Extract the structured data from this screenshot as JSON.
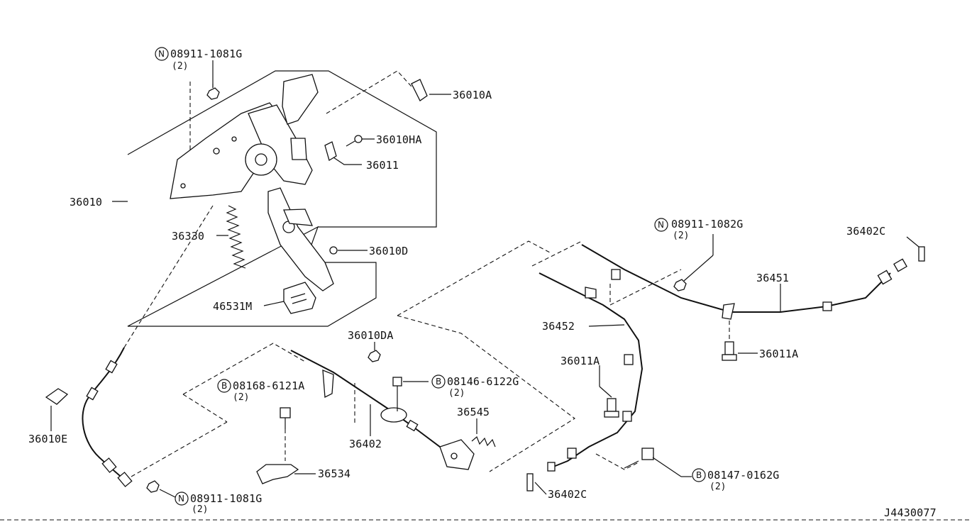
{
  "diagram_id": "J4430077",
  "callouts": {
    "n_08911_1081g_top": {
      "prefix": "N",
      "number": "08911-1081G",
      "qty": "(2)"
    },
    "p36010a": "36010A",
    "p36010ha": "36010HA",
    "p36011": "36011",
    "p36010": "36010",
    "p36330": "36330",
    "p36010d": "36010D",
    "p46531m": "46531M",
    "p36010da": "36010DA",
    "b_08168_6121a": {
      "prefix": "B",
      "number": "08168-6121A",
      "qty": "(2)"
    },
    "b_08146_6122g": {
      "prefix": "B",
      "number": "08146-6122G",
      "qty": "(2)"
    },
    "p36545": "36545",
    "p36402": "36402",
    "p36534": "36534",
    "p36010e": "36010E",
    "n_08911_1081g_bottom": {
      "prefix": "N",
      "number": "08911-1081G",
      "qty": "(2)"
    },
    "n_08911_1082g": {
      "prefix": "N",
      "number": "08911-1082G",
      "qty": "(2)"
    },
    "p36402c_top": "36402C",
    "p36451": "36451",
    "p36452": "36452",
    "p36011a_right": "36011A",
    "p36011a_left": "36011A",
    "b_08147_0162g": {
      "prefix": "B",
      "number": "08147-0162G",
      "qty": "(2)"
    },
    "p36402c_bottom": "36402C"
  }
}
